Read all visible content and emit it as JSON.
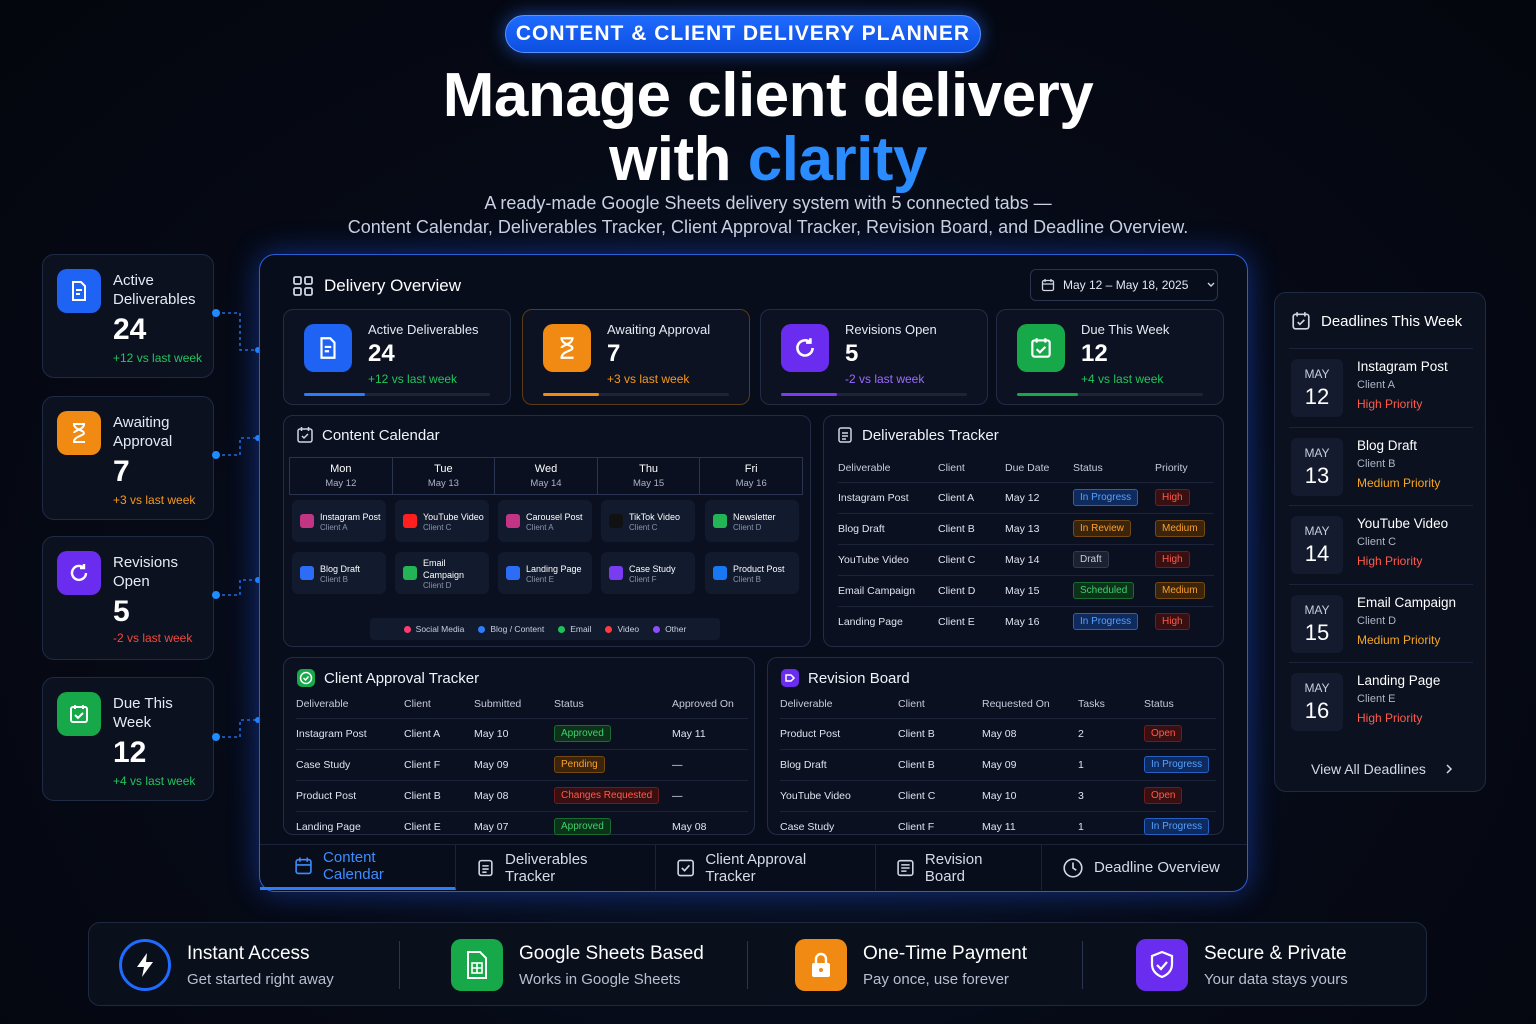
{
  "badge": "CONTENT & CLIENT DELIVERY PLANNER",
  "headline": {
    "line1": "Manage client delivery",
    "line2a": "with ",
    "line2b": "clarity"
  },
  "subtitle": {
    "line1": "A ready-made Google Sheets delivery system with 5 connected tabs —",
    "line2": "Content Calendar, Deliverables Tracker, Client Approval Tracker, Revision Board, and Deadline Overview."
  },
  "left_cards": [
    {
      "label1": "Active",
      "label2": "Deliverables",
      "value": "24",
      "change": "+12 vs last week"
    },
    {
      "label1": "Awaiting",
      "label2": "Approval",
      "value": "7",
      "change": "+3 vs last week"
    },
    {
      "label1": "Revisions",
      "label2": "Open",
      "value": "5",
      "change": "-2 vs last week"
    },
    {
      "label1": "Due This",
      "label2": "Week",
      "value": "12",
      "change": "+4 vs last week"
    }
  ],
  "overview": {
    "title": "Delivery Overview",
    "date_range": "May 12 – May 18, 2025",
    "stats": [
      {
        "label": "Active Deliverables",
        "value": "24",
        "change": "+12 vs last week",
        "progress": 0.33
      },
      {
        "label": "Awaiting Approval",
        "value": "7",
        "change": "+3 vs last week",
        "progress": 0.3
      },
      {
        "label": "Revisions Open",
        "value": "5",
        "change": "-2 vs last week",
        "progress": 0.3
      },
      {
        "label": "Due This Week",
        "value": "12",
        "change": "+4 vs last week",
        "progress": 0.33
      }
    ]
  },
  "calendar": {
    "title": "Content Calendar",
    "days": [
      {
        "day": "Mon",
        "date": "May 12"
      },
      {
        "day": "Tue",
        "date": "May 13"
      },
      {
        "day": "Wed",
        "date": "May 14"
      },
      {
        "day": "Thu",
        "date": "May 15"
      },
      {
        "day": "Fri",
        "date": "May 16"
      }
    ],
    "events_row1": [
      {
        "title": "Instagram Post",
        "client": "Client A",
        "color": "#c13584"
      },
      {
        "title": "YouTube Video",
        "client": "Client C",
        "color": "#ff1f1f"
      },
      {
        "title": "Carousel Post",
        "client": "Client A",
        "color": "#c13584"
      },
      {
        "title": "TikTok Video",
        "client": "Client C",
        "color": "#111111"
      },
      {
        "title": "Newsletter",
        "client": "Client D",
        "color": "#22b455"
      }
    ],
    "events_row2": [
      {
        "title": "Blog Draft",
        "client": "Client B",
        "color": "#2d6df6"
      },
      {
        "title": "Email Campaign",
        "client": "Client D",
        "color": "#22b455"
      },
      {
        "title": "Landing Page",
        "client": "Client E",
        "color": "#2d6df6"
      },
      {
        "title": "Case Study",
        "client": "Client F",
        "color": "#7a3cf0"
      },
      {
        "title": "Product Post",
        "client": "Client B",
        "color": "#1877f2"
      }
    ],
    "legend": [
      {
        "label": "Social Media",
        "color": "#ff3d6e"
      },
      {
        "label": "Blog / Content",
        "color": "#2d7dff"
      },
      {
        "label": "Email",
        "color": "#22c05a"
      },
      {
        "label": "Video",
        "color": "#ff3b3b"
      },
      {
        "label": "Other",
        "color": "#8a4dff"
      }
    ]
  },
  "deliverables": {
    "title": "Deliverables Tracker",
    "headers": [
      "Deliverable",
      "Client",
      "Due Date",
      "Status",
      "Priority"
    ],
    "rows": [
      [
        "Instagram Post",
        "Client A",
        "May 12",
        "In Progress",
        "High"
      ],
      [
        "Blog Draft",
        "Client B",
        "May 13",
        "In Review",
        "Medium"
      ],
      [
        "YouTube Video",
        "Client C",
        "May 14",
        "Draft",
        "High"
      ],
      [
        "Email Campaign",
        "Client D",
        "May 15",
        "Scheduled",
        "Medium"
      ],
      [
        "Landing Page",
        "Client E",
        "May 16",
        "In Progress",
        "High"
      ]
    ]
  },
  "approval": {
    "title": "Client Approval Tracker",
    "headers": [
      "Deliverable",
      "Client",
      "Submitted",
      "Status",
      "Approved On"
    ],
    "rows": [
      [
        "Instagram Post",
        "Client A",
        "May 10",
        "Approved",
        "May 11"
      ],
      [
        "Case Study",
        "Client F",
        "May 09",
        "Pending",
        "—"
      ],
      [
        "Product Post",
        "Client B",
        "May 08",
        "Changes Requested",
        "—"
      ],
      [
        "Landing Page",
        "Client E",
        "May 07",
        "Approved",
        "May 08"
      ]
    ]
  },
  "revision": {
    "title": "Revision Board",
    "headers": [
      "Deliverable",
      "Client",
      "Requested On",
      "Tasks",
      "Status"
    ],
    "rows": [
      [
        "Product Post",
        "Client B",
        "May 08",
        "2",
        "Open"
      ],
      [
        "Blog Draft",
        "Client B",
        "May 09",
        "1",
        "In Progress"
      ],
      [
        "YouTube Video",
        "Client C",
        "May 10",
        "3",
        "Open"
      ],
      [
        "Case Study",
        "Client F",
        "May 11",
        "1",
        "In Progress"
      ]
    ]
  },
  "tabs": [
    "Content Calendar",
    "Deliverables Tracker",
    "Client Approval Tracker",
    "Revision Board",
    "Deadline Overview"
  ],
  "deadlines": {
    "title": "Deadlines This Week",
    "items": [
      {
        "month": "MAY",
        "day": "12",
        "title": "Instagram Post",
        "client": "Client A",
        "priority": "High Priority"
      },
      {
        "month": "MAY",
        "day": "13",
        "title": "Blog Draft",
        "client": "Client B",
        "priority": "Medium Priority"
      },
      {
        "month": "MAY",
        "day": "14",
        "title": "YouTube Video",
        "client": "Client C",
        "priority": "High Priority"
      },
      {
        "month": "MAY",
        "day": "15",
        "title": "Email Campaign",
        "client": "Client D",
        "priority": "Medium Priority"
      },
      {
        "month": "MAY",
        "day": "16",
        "title": "Landing Page",
        "client": "Client E",
        "priority": "High Priority"
      }
    ],
    "view_all": "View All Deadlines"
  },
  "features": [
    {
      "title": "Instant Access",
      "sub": "Get started right away"
    },
    {
      "title": "Google Sheets Based",
      "sub": "Works in Google Sheets"
    },
    {
      "title": "One-Time Payment",
      "sub": "Pay once, use forever"
    },
    {
      "title": "Secure & Private",
      "sub": "Your data stays yours"
    }
  ]
}
